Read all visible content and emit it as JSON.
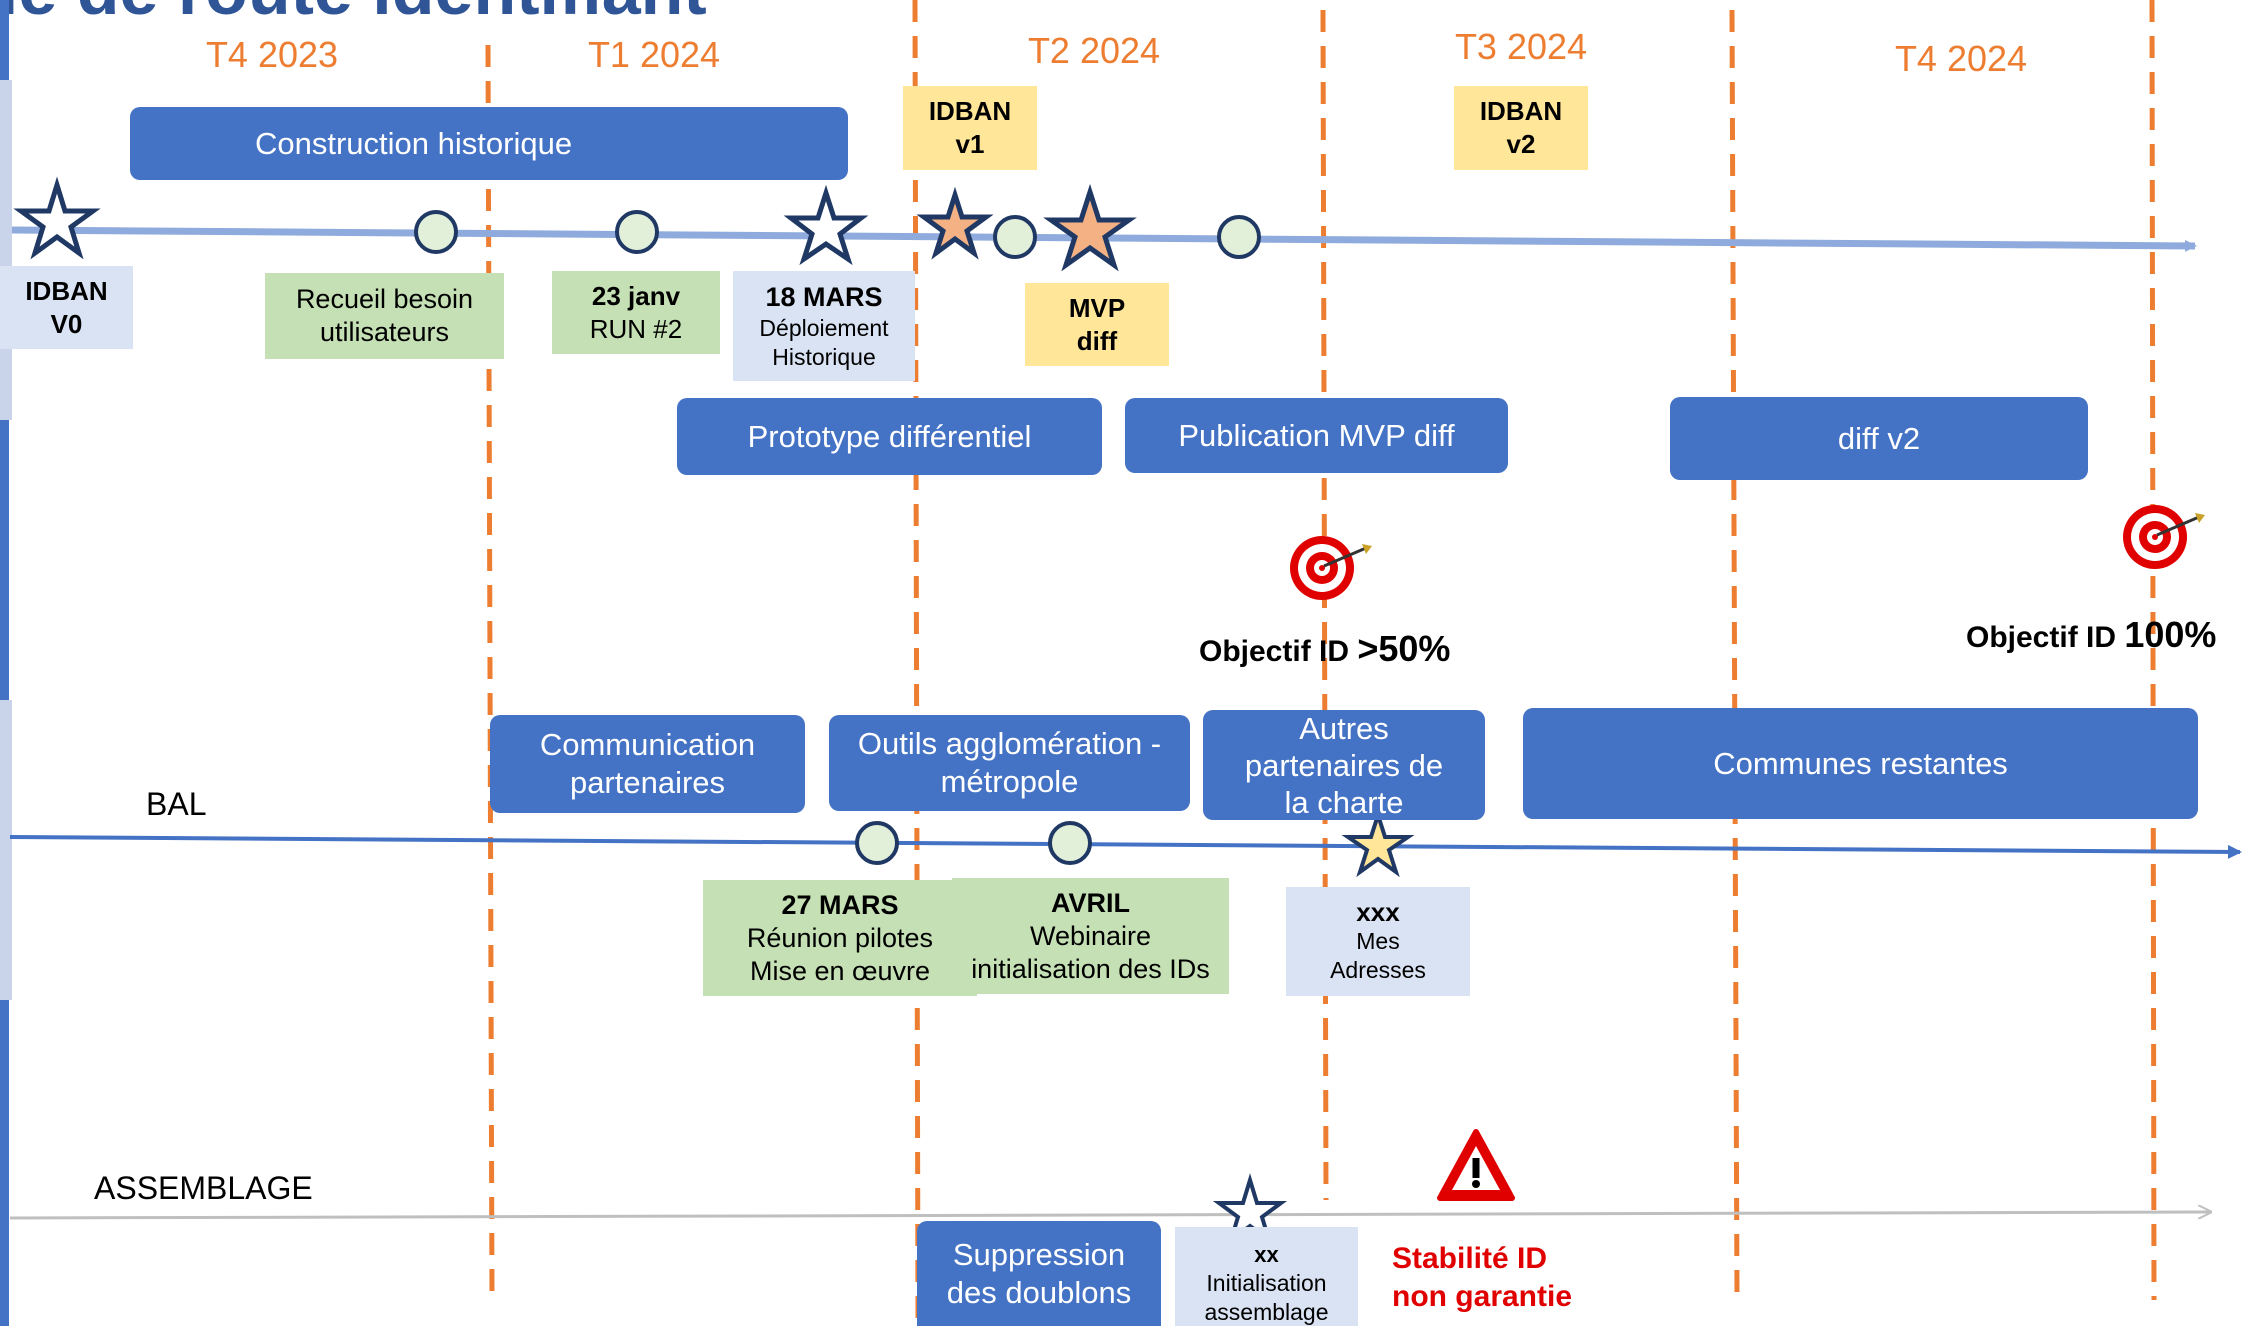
{
  "title": "ille de route identifiant",
  "quarters": [
    "T4 2023",
    "T1 2024",
    "T2 2024",
    "T3 2024",
    "T4 2024"
  ],
  "tracks": {
    "bal": "BAL",
    "assemblage": "ASSEMBLAGE"
  },
  "idban_track": {
    "bars": {
      "construction": "Construction historique",
      "prototype": "Prototype différentiel",
      "publication": "Publication MVP diff",
      "diff_v2": "diff v2"
    },
    "releases": {
      "v1": [
        "IDBAN",
        "v1"
      ],
      "v2": [
        "IDBAN",
        "v2"
      ],
      "mvp": [
        "MVP",
        "diff"
      ]
    },
    "milestones": {
      "v0": [
        "IDBAN",
        "V0"
      ],
      "recueil": [
        "Recueil besoin",
        "utilisateurs"
      ],
      "run2": [
        "23 janv",
        "RUN #2"
      ],
      "deploiement": [
        "18 MARS",
        "Déploiement",
        "Historique"
      ]
    },
    "objectives": {
      "mid": {
        "prefix": "Objectif  ID ",
        "value": ">50%"
      },
      "final": {
        "prefix": "Objectif  ID ",
        "value": "100%"
      }
    }
  },
  "bal_track": {
    "bars": {
      "communication": [
        "Communication",
        "partenaires"
      ],
      "outils": [
        "Outils agglomération -",
        "métropole"
      ],
      "autres": [
        "Autres",
        "partenaires de",
        "la charte"
      ],
      "communes": "Communes restantes"
    },
    "milestones": {
      "reunion": [
        "27 MARS",
        "Réunion pilotes",
        "Mise en œuvre"
      ],
      "webinaire": [
        "AVRIL",
        "Webinaire",
        "initialisation des IDs"
      ],
      "adresses": [
        "xxx",
        "Mes",
        "Adresses"
      ]
    }
  },
  "assemblage_track": {
    "bars": {
      "doublons": [
        "Suppression",
        "des doublons"
      ]
    },
    "milestones": {
      "init": [
        "xx",
        "Initialisation",
        "assemblage"
      ]
    },
    "warning": [
      "Stabilité ID",
      "non garantie"
    ]
  },
  "colors": {
    "accent_blue": "#4472C4",
    "quarter_orange": "#ED7D31",
    "release_yellow": "#FFE699",
    "milestone_green": "#C5E0B4",
    "milestone_lavender": "#DAE3F3",
    "warning_red": "#E00000",
    "star_navy": "#1F3864",
    "star_fill_orange": "#F4B183"
  }
}
